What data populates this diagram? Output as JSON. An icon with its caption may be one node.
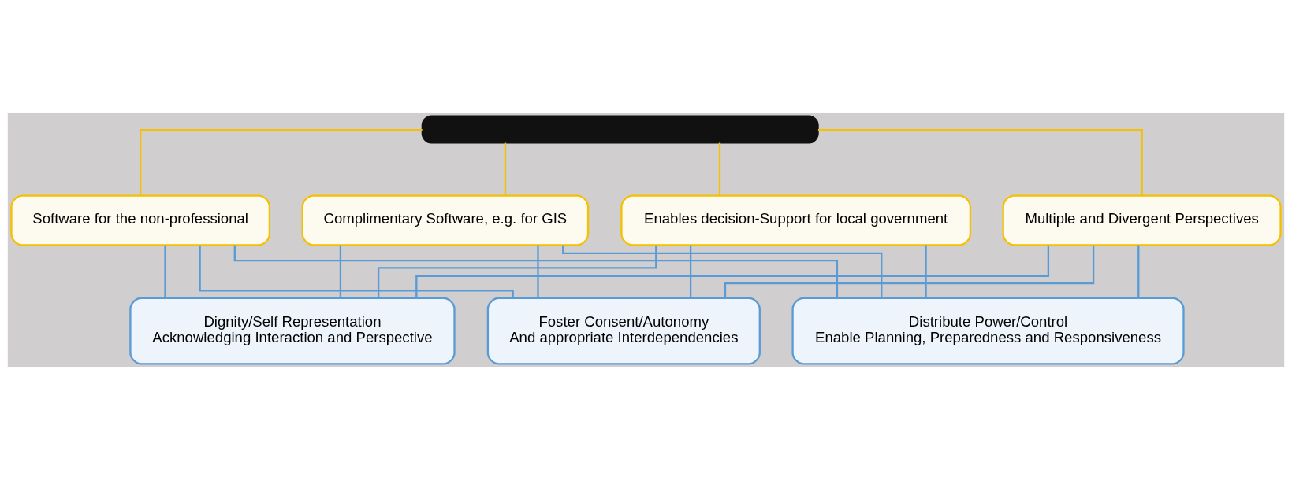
{
  "diagram": {
    "nodes": [
      {
        "text": [],
        "shape": "box"
      },
      {
        "text": [
          "Software for the non-professional"
        ]
      },
      {
        "text": [
          "Complimentary Software, e.g. for GIS"
        ]
      },
      {
        "text": [
          "Enables decision-Support for local government"
        ]
      },
      {
        "text": [
          "Multiple and Divergent Perspectives"
        ]
      },
      {
        "text": [
          "Dignity/Self Representation",
          "Acknowledging Interaction and Perspective"
        ]
      },
      {
        "text": [
          "Foster Consent/Autonomy",
          "And appropriate Interdependencies"
        ]
      },
      {
        "text": [
          "Distribute Power/Control",
          "Enable Planning, Preparedness and Responsiveness"
        ]
      }
    ],
    "edges": [
      {
        "from": 0,
        "to": 1,
        "arrow": "none",
        "color": "#f5c000"
      },
      {
        "from": 0,
        "to": 2,
        "arrow": "none",
        "color": "#f5c000"
      },
      {
        "from": 0,
        "to": 3,
        "arrow": "none",
        "color": "#f5c000"
      },
      {
        "from": 0,
        "to": 4,
        "arrow": "none",
        "color": "#f5c000"
      },
      {
        "from": 1,
        "to": 5,
        "arrow": "none",
        "color": "#5b9bd5"
      },
      {
        "from": 1,
        "to": 6,
        "arrow": "none",
        "color": "#5b9bd5"
      },
      {
        "from": 1,
        "to": 7,
        "arrow": "none",
        "color": "#5b9bd5"
      },
      {
        "from": 2,
        "to": 5,
        "arrow": "none",
        "color": "#5b9bd5"
      },
      {
        "from": 2,
        "to": 6,
        "arrow": "none",
        "color": "#5b9bd5"
      },
      {
        "from": 2,
        "to": 7,
        "arrow": "none",
        "color": "#5b9bd5"
      },
      {
        "from": 3,
        "to": 5,
        "arrow": "none",
        "color": "#5b9bd5"
      },
      {
        "from": 3,
        "to": 6,
        "arrow": "none",
        "color": "#5b9bd5"
      },
      {
        "from": 3,
        "to": 7,
        "arrow": "none",
        "color": "#5b9bd5"
      },
      {
        "from": 4,
        "to": 5,
        "arrow": "none",
        "color": "#5b9bd5"
      },
      {
        "from": 4,
        "to": 6,
        "arrow": "none",
        "color": "#5b9bd5"
      },
      {
        "from": 4,
        "to": 7,
        "arrow": "none",
        "color": "#5b9bd5"
      }
    ]
  }
}
